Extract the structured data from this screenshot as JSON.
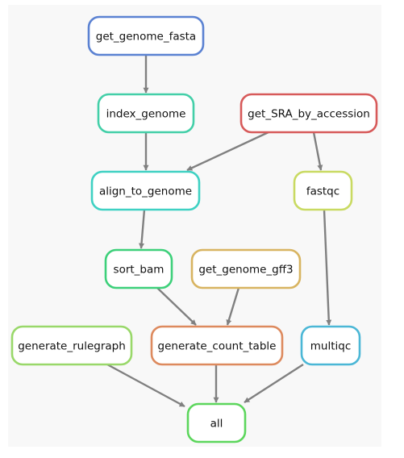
{
  "diagram": {
    "background": "#ffffff",
    "panel_color": "#f8f8f8",
    "edge_color": "#808080",
    "nodes": [
      {
        "id": "get_genome_fasta",
        "label": "get_genome_fasta",
        "color": "#5b82d2"
      },
      {
        "id": "index_genome",
        "label": "index_genome",
        "color": "#43cfa8"
      },
      {
        "id": "get_SRA_by_accession",
        "label": "get_SRA_by_accession",
        "color": "#d75a5a"
      },
      {
        "id": "align_to_genome",
        "label": "align_to_genome",
        "color": "#3fd1c3"
      },
      {
        "id": "fastqc",
        "label": "fastqc",
        "color": "#c9da62"
      },
      {
        "id": "sort_bam",
        "label": "sort_bam",
        "color": "#3dd07a"
      },
      {
        "id": "get_genome_gff3",
        "label": "get_genome_gff3",
        "color": "#d8b461"
      },
      {
        "id": "generate_rulegraph",
        "label": "generate_rulegraph",
        "color": "#99d86a"
      },
      {
        "id": "generate_count_table",
        "label": "generate_count_table",
        "color": "#dd8a5e"
      },
      {
        "id": "multiqc",
        "label": "multiqc",
        "color": "#4bb7d6"
      },
      {
        "id": "all",
        "label": "all",
        "color": "#5cd65c"
      }
    ],
    "edges": [
      {
        "from": "get_genome_fasta",
        "to": "index_genome"
      },
      {
        "from": "index_genome",
        "to": "align_to_genome"
      },
      {
        "from": "get_SRA_by_accession",
        "to": "align_to_genome"
      },
      {
        "from": "get_SRA_by_accession",
        "to": "fastqc"
      },
      {
        "from": "align_to_genome",
        "to": "sort_bam"
      },
      {
        "from": "fastqc",
        "to": "multiqc"
      },
      {
        "from": "sort_bam",
        "to": "generate_count_table"
      },
      {
        "from": "get_genome_gff3",
        "to": "generate_count_table"
      },
      {
        "from": "generate_rulegraph",
        "to": "all"
      },
      {
        "from": "generate_count_table",
        "to": "all"
      },
      {
        "from": "multiqc",
        "to": "all"
      }
    ]
  }
}
